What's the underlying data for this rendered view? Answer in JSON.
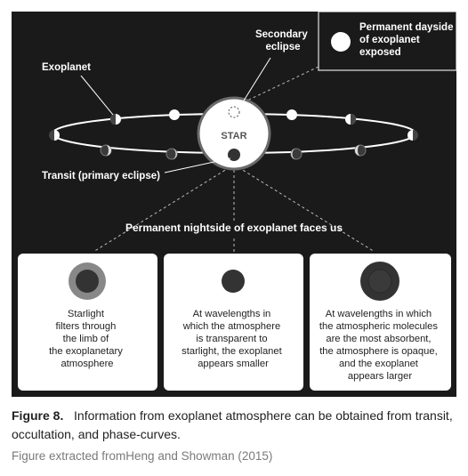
{
  "diagram": {
    "labels": {
      "exoplanet": "Exoplanet",
      "secondary_eclipse": [
        "Secondary",
        "eclipse"
      ],
      "permanent_dayside": [
        "Permanent dayside",
        "of exoplanet",
        "exposed"
      ],
      "star": "STAR",
      "transit": "Transit  (primary eclipse)",
      "nightside": "Permanent nightside of exoplanet faces us"
    },
    "panels": [
      {
        "lines": [
          "Starlight",
          "filters through",
          "the limb of",
          "the exoplanetary",
          "atmosphere"
        ]
      },
      {
        "lines": [
          "At wavelengths in",
          "which the atmosphere",
          "is transparent to",
          "starlight, the exoplanet",
          "appears smaller"
        ]
      },
      {
        "lines": [
          "At wavelengths in which",
          "the atmospheric molecules",
          "are the most absorbent,",
          "the atmosphere is opaque,",
          "and the exoplanet",
          "appears larger"
        ]
      }
    ]
  },
  "caption": {
    "label": "Figure 8.",
    "text": "Information from exoplanet atmosphere can be obtained from transit, occultation, and phase-curves."
  },
  "credit": "Figure extracted fromHeng and Showman (2015)",
  "colors": {
    "background": "#1a1a1a",
    "panel": "#ffffff",
    "planet_dark": "#3a3a3a",
    "atmosphere_gray": "#8a8a8a"
  }
}
